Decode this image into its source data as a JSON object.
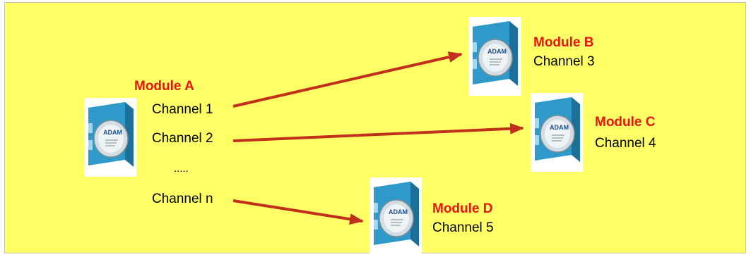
{
  "colors": {
    "background": "#ffff66",
    "arrow": "#c0301a",
    "module_name": "#e8150c",
    "device_body": "#2f9ac9"
  },
  "device_logo": "ADAM",
  "module_a": {
    "name": "Module A",
    "channels": [
      "Channel 1",
      "Channel 2",
      ".....",
      "Channel n"
    ]
  },
  "module_b": {
    "name": "Module B",
    "channel": "Channel 3"
  },
  "module_c": {
    "name": "Module C",
    "channel": "Channel 4"
  },
  "module_d": {
    "name": "Module D",
    "channel": "Channel 5"
  }
}
